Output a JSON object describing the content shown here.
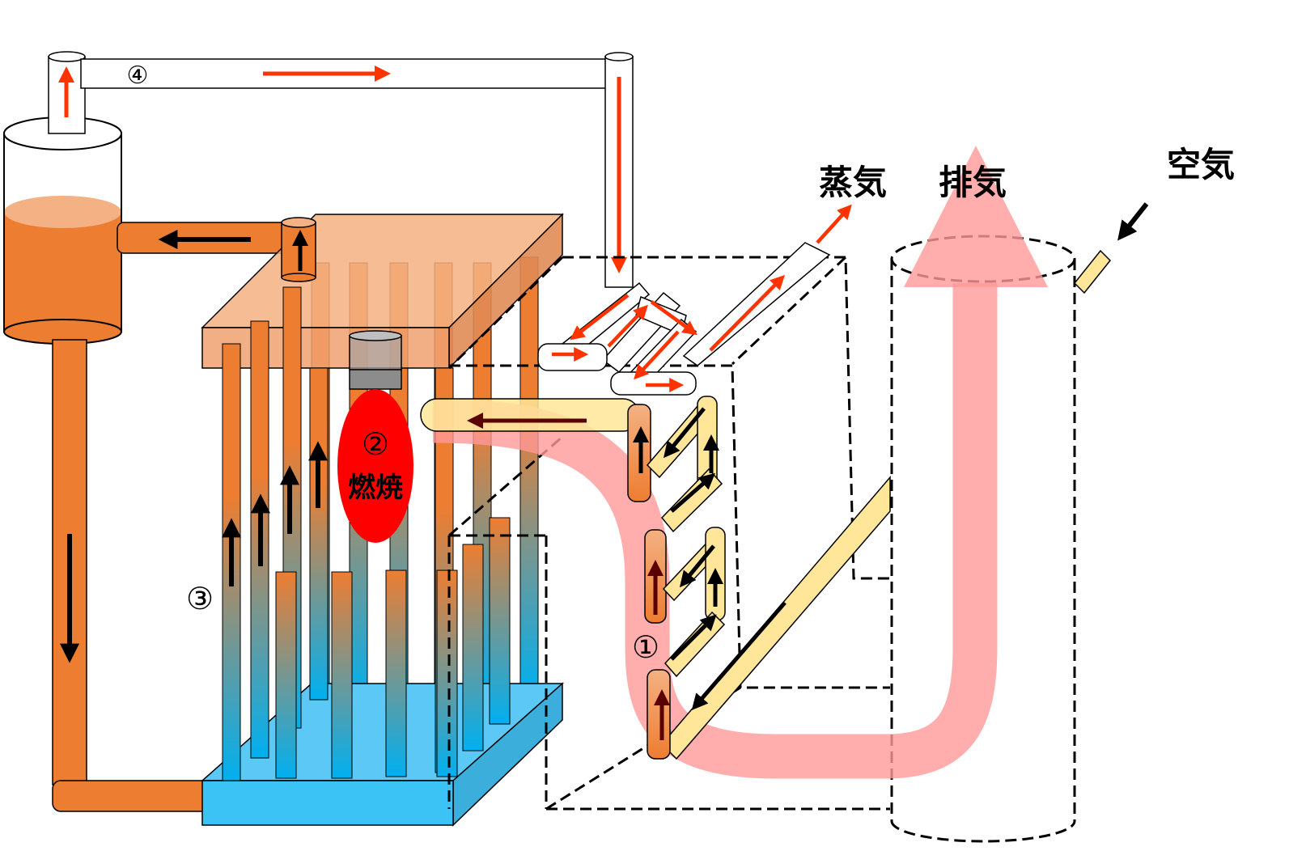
{
  "labels": {
    "steam": "蒸気",
    "exhaust": "排気",
    "air": "空気",
    "combustion": "燃焼"
  },
  "markers": {
    "m1": "①",
    "m2": "②",
    "m3": "③",
    "m4": "④"
  },
  "colors": {
    "hot_water": "#ED7D31",
    "hot_water_light": "#F4B183",
    "cold_water": "#00B0F0",
    "cold_water_light": "#5BC8F5",
    "flame": "#FF0000",
    "flue_gas": "#FF9999",
    "steam_arrow": "#FF3300",
    "feed_pipe": "#FFE699",
    "burner": "#A6A6A6"
  }
}
